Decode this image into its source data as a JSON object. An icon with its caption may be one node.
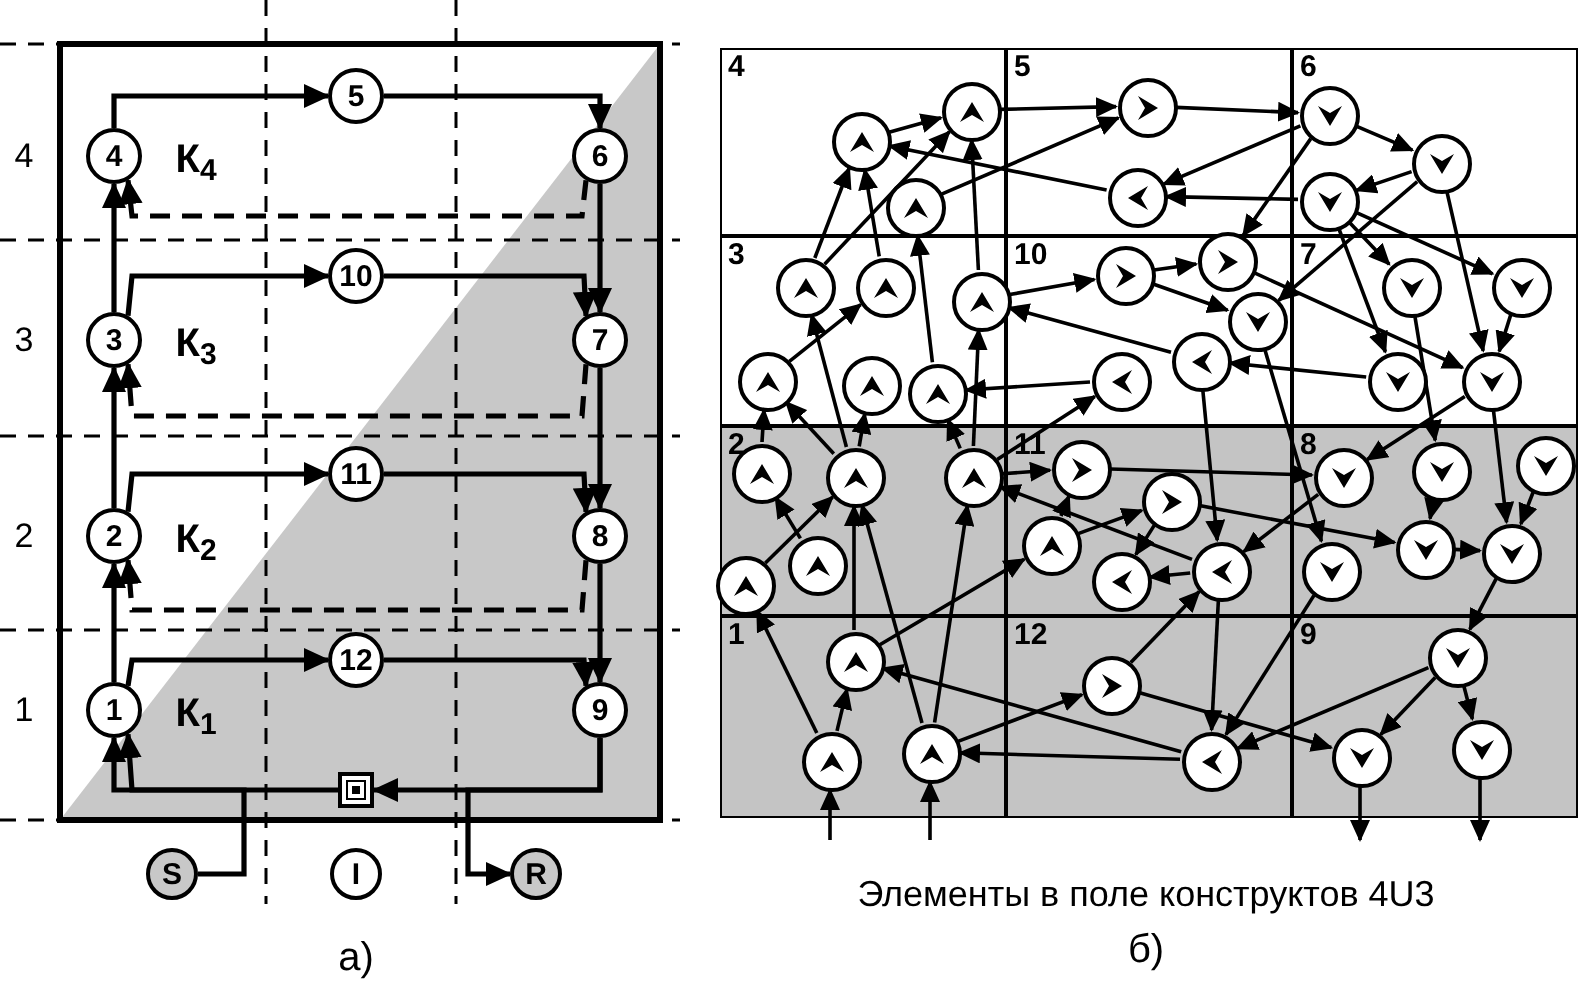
{
  "diagram": {
    "nodes": [
      {
        "text": [
          "1"
        ]
      },
      {
        "text": [
          "2"
        ]
      },
      {
        "text": [
          "3"
        ]
      },
      {
        "text": [
          "4"
        ]
      },
      {
        "text": [
          "5"
        ]
      },
      {
        "text": [
          "6"
        ]
      },
      {
        "text": [
          "7"
        ]
      },
      {
        "text": [
          "8"
        ]
      },
      {
        "text": [
          "9"
        ]
      },
      {
        "text": [
          "10"
        ]
      },
      {
        "text": [
          "11"
        ]
      },
      {
        "text": [
          "12"
        ]
      },
      {
        "text": [],
        "shape": "box"
      },
      {
        "text": [
          "S"
        ]
      },
      {
        "text": [
          "I"
        ]
      },
      {
        "text": [
          "R"
        ]
      },
      {
        "text": [
          "4"
        ]
      },
      {
        "text": [
          "5"
        ]
      },
      {
        "text": [
          "6"
        ]
      },
      {
        "text": [
          "3"
        ]
      },
      {
        "text": [
          "10"
        ]
      },
      {
        "text": [
          "7"
        ]
      },
      {
        "text": [
          "2"
        ]
      },
      {
        "text": [
          "11"
        ]
      },
      {
        "text": [
          "8"
        ]
      },
      {
        "text": [
          "1"
        ]
      },
      {
        "text": [
          "12"
        ]
      },
      {
        "text": [
          "9"
        ]
      },
      {
        "text": [],
        "shape": "circle",
        "in": 16
      },
      {
        "text": [],
        "shape": "circle",
        "in": 16
      },
      {
        "text": [],
        "shape": "circle",
        "in": 16
      },
      {
        "text": [],
        "shape": "circle",
        "in": 17
      },
      {
        "text": [],
        "shape": "circle",
        "in": 17
      },
      {
        "text": [],
        "shape": "circle",
        "in": 18
      },
      {
        "text": [],
        "shape": "circle",
        "in": 18
      },
      {
        "text": [],
        "shape": "circle",
        "in": 18
      },
      {
        "text": [],
        "shape": "circle",
        "in": 19
      },
      {
        "text": [],
        "shape": "circle",
        "in": 19
      },
      {
        "text": [],
        "shape": "circle",
        "in": 19
      },
      {
        "text": [],
        "shape": "circle",
        "in": 20
      },
      {
        "text": [],
        "shape": "circle",
        "in": 20
      },
      {
        "text": [],
        "shape": "circle",
        "in": 20
      },
      {
        "text": [],
        "shape": "circle",
        "in": 21
      },
      {
        "text": [],
        "shape": "circle",
        "in": 21
      },
      {
        "text": [],
        "shape": "circle",
        "in": 19
      },
      {
        "text": [],
        "shape": "circle",
        "in": 19
      },
      {
        "text": [],
        "shape": "circle",
        "in": 19
      },
      {
        "text": [],
        "shape": "circle",
        "in": 20
      },
      {
        "text": [],
        "shape": "circle",
        "in": 20
      },
      {
        "text": [],
        "shape": "circle",
        "in": 21
      },
      {
        "text": [],
        "shape": "circle",
        "in": 21
      },
      {
        "text": [],
        "shape": "circle",
        "in": 22
      },
      {
        "text": [],
        "shape": "circle",
        "in": 22
      },
      {
        "text": [],
        "shape": "circle",
        "in": 22
      },
      {
        "text": [],
        "shape": "circle",
        "in": 23
      },
      {
        "text": [],
        "shape": "circle",
        "in": 23
      },
      {
        "text": [],
        "shape": "circle",
        "in": 24
      },
      {
        "text": [],
        "shape": "circle",
        "in": 24
      },
      {
        "text": [],
        "shape": "circle",
        "in": 24
      },
      {
        "text": [],
        "shape": "circle",
        "in": 22
      },
      {
        "text": [],
        "shape": "circle",
        "in": 22
      },
      {
        "text": [],
        "shape": "circle",
        "in": 23
      },
      {
        "text": [],
        "shape": "circle",
        "in": 23
      },
      {
        "text": [],
        "shape": "circle",
        "in": 23
      },
      {
        "text": [],
        "shape": "circle",
        "in": 24
      },
      {
        "text": [],
        "shape": "circle",
        "in": 24
      },
      {
        "text": [],
        "shape": "circle",
        "in": 24
      },
      {
        "text": [],
        "shape": "circle",
        "in": 25
      },
      {
        "text": [],
        "shape": "circle",
        "in": 26
      },
      {
        "text": [],
        "shape": "circle",
        "in": 27
      },
      {
        "text": [],
        "shape": "circle",
        "in": 25
      },
      {
        "text": [],
        "shape": "circle",
        "in": 25
      },
      {
        "text": [],
        "shape": "circle",
        "in": 26
      },
      {
        "text": [],
        "shape": "circle",
        "in": 27
      },
      {
        "text": [],
        "shape": "circle",
        "in": 27
      }
    ],
    "edges": [
      {
        "from": 3,
        "to": 4,
        "arrow": "to"
      },
      {
        "from": 4,
        "to": 5,
        "arrow": "to"
      },
      {
        "from": 5,
        "to": 3,
        "arrow": "to",
        "style": "dashed"
      },
      {
        "from": 5,
        "to": 6,
        "arrow": "to"
      },
      {
        "from": 2,
        "to": 3,
        "arrow": "to"
      },
      {
        "from": 2,
        "to": 9,
        "arrow": "to"
      },
      {
        "from": 9,
        "to": 6,
        "arrow": "to"
      },
      {
        "from": 6,
        "to": 2,
        "arrow": "to",
        "style": "dashed"
      },
      {
        "from": 6,
        "to": 7,
        "arrow": "to"
      },
      {
        "from": 1,
        "to": 2,
        "arrow": "to"
      },
      {
        "from": 1,
        "to": 10,
        "arrow": "to"
      },
      {
        "from": 10,
        "to": 7,
        "arrow": "to"
      },
      {
        "from": 7,
        "to": 1,
        "arrow": "to",
        "style": "dashed"
      },
      {
        "from": 7,
        "to": 8,
        "arrow": "to"
      },
      {
        "from": 0,
        "to": 1,
        "arrow": "to"
      },
      {
        "from": 0,
        "to": 11,
        "arrow": "to"
      },
      {
        "from": 11,
        "to": 8,
        "arrow": "to"
      },
      {
        "from": 8,
        "to": 12,
        "arrow": "to"
      },
      {
        "from": 12,
        "to": 0,
        "arrow": "to"
      },
      {
        "from": 13,
        "to": 0,
        "arrow": "to"
      },
      {
        "from": 8,
        "to": 15,
        "arrow": "to"
      },
      {
        "from": 29,
        "to": 28,
        "arrow": "to"
      },
      {
        "from": 36,
        "to": 28,
        "arrow": "to"
      },
      {
        "from": 38,
        "to": 28,
        "arrow": "to"
      },
      {
        "from": 30,
        "to": 31,
        "arrow": "to"
      },
      {
        "from": 28,
        "to": 31,
        "arrow": "to"
      },
      {
        "from": 31,
        "to": 33,
        "arrow": "to"
      },
      {
        "from": 33,
        "to": 34,
        "arrow": "to"
      },
      {
        "from": 33,
        "to": 32,
        "arrow": "to"
      },
      {
        "from": 35,
        "to": 32,
        "arrow": "to"
      },
      {
        "from": 32,
        "to": 29,
        "arrow": "to"
      },
      {
        "from": 33,
        "to": 40,
        "arrow": "to"
      },
      {
        "from": 34,
        "to": 35,
        "arrow": "to"
      },
      {
        "from": 34,
        "to": 41,
        "arrow": "to"
      },
      {
        "from": 35,
        "to": 42,
        "arrow": "to"
      },
      {
        "from": 35,
        "to": 43,
        "arrow": "to"
      },
      {
        "from": 34,
        "to": 50,
        "arrow": "to"
      },
      {
        "from": 35,
        "to": 49,
        "arrow": "to"
      },
      {
        "from": 36,
        "to": 29,
        "arrow": "to"
      },
      {
        "from": 37,
        "to": 29,
        "arrow": "to"
      },
      {
        "from": 46,
        "to": 30,
        "arrow": "to"
      },
      {
        "from": 38,
        "to": 39,
        "arrow": "to"
      },
      {
        "from": 39,
        "to": 40,
        "arrow": "to"
      },
      {
        "from": 39,
        "to": 41,
        "arrow": "to"
      },
      {
        "from": 40,
        "to": 50,
        "arrow": "to"
      },
      {
        "from": 48,
        "to": 38,
        "arrow": "to"
      },
      {
        "from": 47,
        "to": 46,
        "arrow": "to"
      },
      {
        "from": 49,
        "to": 48,
        "arrow": "to"
      },
      {
        "from": 43,
        "to": 50,
        "arrow": "to"
      },
      {
        "from": 50,
        "to": 56,
        "arrow": "to"
      },
      {
        "from": 50,
        "to": 66,
        "arrow": "to"
      },
      {
        "from": 42,
        "to": 57,
        "arrow": "to"
      },
      {
        "from": 41,
        "to": 64,
        "arrow": "to"
      },
      {
        "from": 51,
        "to": 44,
        "arrow": "to"
      },
      {
        "from": 52,
        "to": 36,
        "arrow": "to"
      },
      {
        "from": 44,
        "to": 37,
        "arrow": "to"
      },
      {
        "from": 52,
        "to": 44,
        "arrow": "to"
      },
      {
        "from": 53,
        "to": 46,
        "arrow": "to"
      },
      {
        "from": 52,
        "to": 45,
        "arrow": "to"
      },
      {
        "from": 53,
        "to": 38,
        "arrow": "to"
      },
      {
        "from": 53,
        "to": 47,
        "arrow": "to"
      },
      {
        "from": 53,
        "to": 54,
        "arrow": "to"
      },
      {
        "from": 60,
        "to": 51,
        "arrow": "to"
      },
      {
        "from": 59,
        "to": 52,
        "arrow": "to"
      },
      {
        "from": 61,
        "to": 54,
        "arrow": "to"
      },
      {
        "from": 61,
        "to": 55,
        "arrow": "to"
      },
      {
        "from": 55,
        "to": 62,
        "arrow": "to"
      },
      {
        "from": 63,
        "to": 62,
        "arrow": "to"
      },
      {
        "from": 63,
        "to": 53,
        "arrow": "to"
      },
      {
        "from": 48,
        "to": 63,
        "arrow": "to"
      },
      {
        "from": 54,
        "to": 56,
        "arrow": "to"
      },
      {
        "from": 56,
        "to": 63,
        "arrow": "to"
      },
      {
        "from": 55,
        "to": 65,
        "arrow": "to"
      },
      {
        "from": 65,
        "to": 66,
        "arrow": "to"
      },
      {
        "from": 57,
        "to": 65,
        "arrow": "to"
      },
      {
        "from": 58,
        "to": 66,
        "arrow": "to"
      },
      {
        "from": 66,
        "to": 69,
        "arrow": "to"
      },
      {
        "from": 67,
        "to": 52,
        "arrow": "to"
      },
      {
        "from": 67,
        "to": 61,
        "arrow": "to"
      },
      {
        "from": 70,
        "to": 59,
        "arrow": "to"
      },
      {
        "from": 70,
        "to": 67,
        "arrow": "to"
      },
      {
        "from": 71,
        "to": 52,
        "arrow": "to"
      },
      {
        "from": 71,
        "to": 53,
        "arrow": "to"
      },
      {
        "from": 71,
        "to": 68,
        "arrow": "to"
      },
      {
        "from": 72,
        "to": 71,
        "arrow": "to"
      },
      {
        "from": 72,
        "to": 67,
        "arrow": "to"
      },
      {
        "from": 68,
        "to": 63,
        "arrow": "to"
      },
      {
        "from": 68,
        "to": 73,
        "arrow": "to"
      },
      {
        "from": 69,
        "to": 72,
        "arrow": "to"
      },
      {
        "from": 69,
        "to": 73,
        "arrow": "to"
      },
      {
        "from": 69,
        "to": 74,
        "arrow": "to"
      },
      {
        "from": 64,
        "to": 72,
        "arrow": "to"
      },
      {
        "from": 63,
        "to": 72,
        "arrow": "to"
      },
      {
        "from": null,
        "to": 70,
        "arrow": "to"
      },
      {
        "from": null,
        "to": 71,
        "arrow": "to"
      },
      {
        "from": 73,
        "to": null,
        "arrow": "to"
      },
      {
        "from": 74,
        "to": null,
        "arrow": "to"
      }
    ],
    "labels": [
      "4",
      "К$_{4}$",
      "3",
      "К$_{3}$",
      "2",
      "К$_{2}$",
      "1",
      "К$_{1}$",
      "а)",
      "Элементы в поле конструктов 4U3",
      "б)"
    ]
  }
}
